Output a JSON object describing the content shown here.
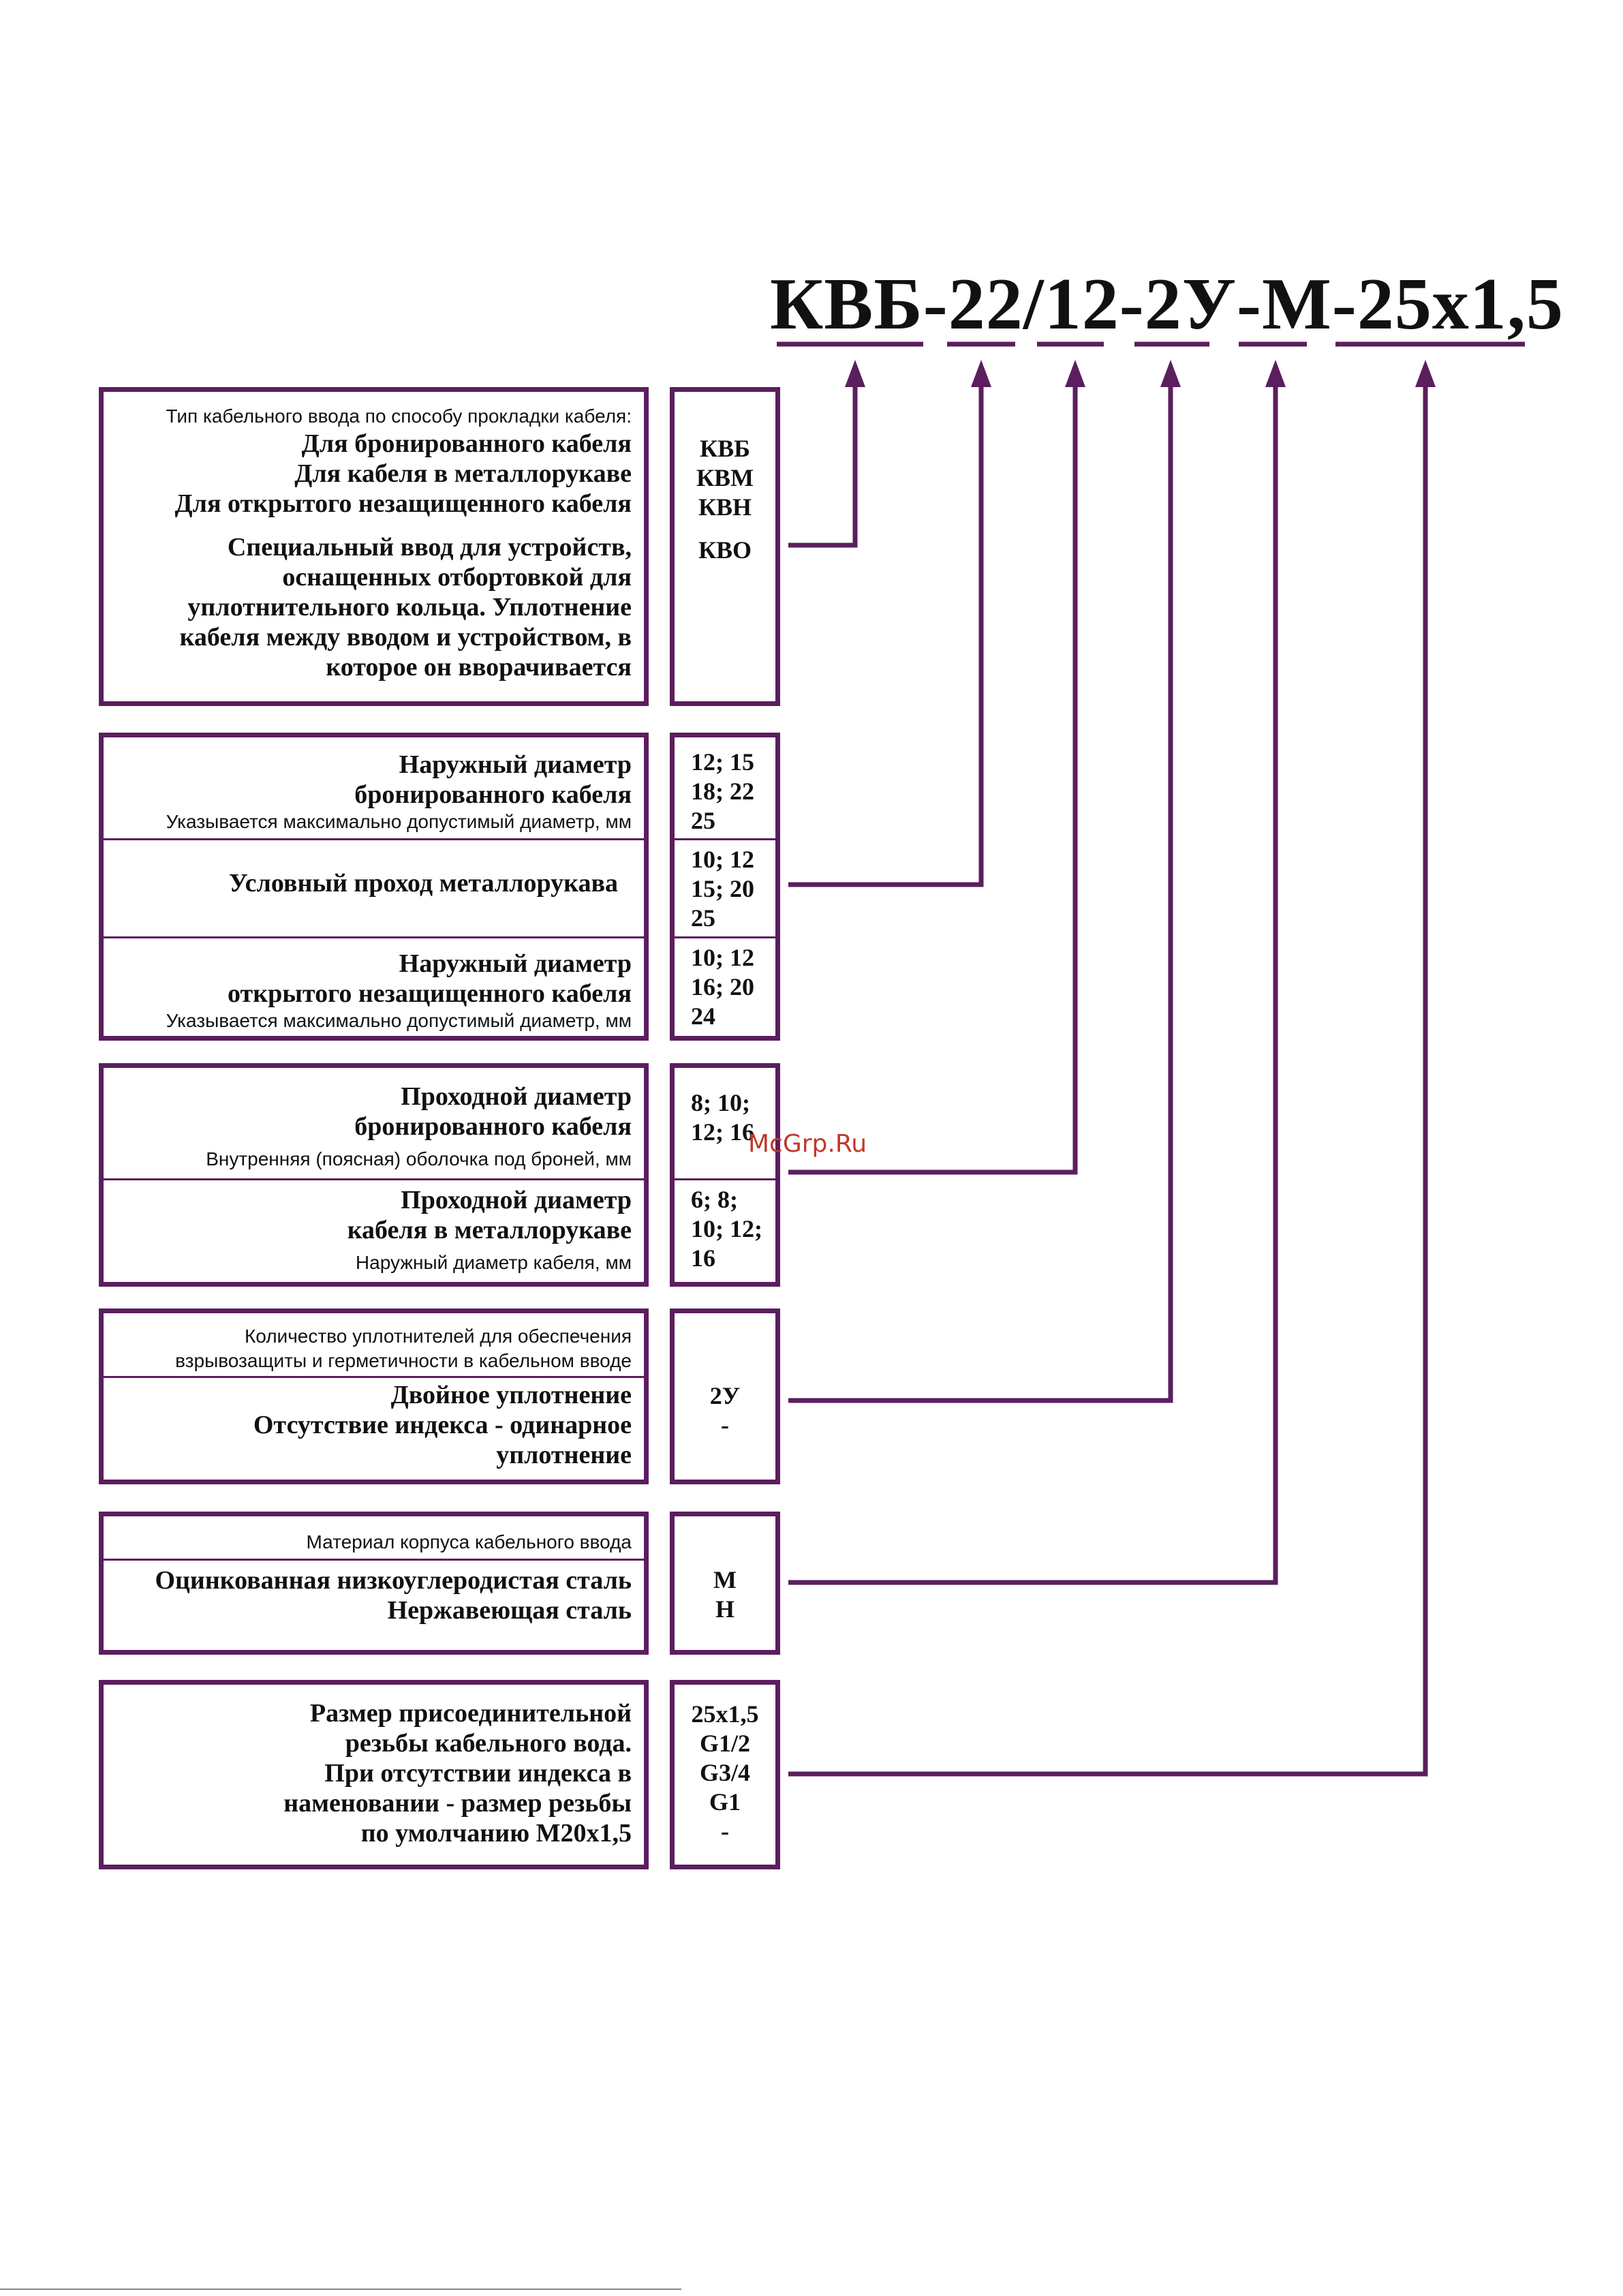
{
  "designation": {
    "parts": [
      "КВБ",
      "-",
      "22",
      "/",
      "12",
      "-",
      "2У",
      "-",
      "М",
      "-",
      "25х1,5"
    ]
  },
  "sections": {
    "type": {
      "header": "Тип кабельного ввода по способу прокладки кабеля:",
      "l1": "Для бронированного кабеля",
      "l2": "Для кабеля в металлорукаве",
      "l3": "Для открытого незащищенного кабеля",
      "special1": "Специальный ввод для устройств,",
      "special2": "оснащенных отбортовкой для",
      "special3": "уплотнительного кольца. Уплотнение",
      "special4": "кабеля между вводом и устройством, в",
      "special5": "которое он вворачивается",
      "v1": "КВБ",
      "v2": "КВМ",
      "v3": "КВН",
      "v4": "КВО"
    },
    "diameter": {
      "a1": "Наружный диаметр",
      "a2": "бронированного кабеля",
      "a_note": "Указывается максимально допустимый диаметр, мм",
      "av1": "12; 15",
      "av2": "18; 22",
      "av3": "25",
      "b1": "Условный проход металлорукава",
      "bv1": "10; 12",
      "bv2": "15; 20",
      "bv3": "25",
      "c1": "Наружный диаметр",
      "c2": "открытого незащищенного кабеля",
      "c_note": "Указывается максимально допустимый диаметр, мм",
      "cv1": "10; 12",
      "cv2": "16; 20",
      "cv3": "24"
    },
    "pass": {
      "a1": "Проходной диаметр",
      "a2": "бронированного кабеля",
      "a_note": "Внутренняя (поясная) оболочка под броней, мм",
      "av1": "8; 10;",
      "av2": "12; 16",
      "b1": "Проходной диаметр",
      "b2": "кабеля в металлорукаве",
      "b_note": "Наружный диаметр кабеля, мм",
      "bv1": "6; 8;",
      "bv2": "10; 12;",
      "bv3": "16"
    },
    "seal": {
      "h1": "Количество уплотнителей для обеспечения",
      "h2": "взрывозащиты и  герметичности в кабельном вводе",
      "l1": "Двойное уплотнение",
      "l2": "Отсутствие индекса - одинарное",
      "l3": "уплотнение",
      "v1": "2У",
      "v2": "-"
    },
    "material": {
      "header": "Материал корпуса кабельного ввода",
      "l1": "Оцинкованная низкоуглеродистая сталь",
      "l2": "Нержавеющая сталь",
      "v1": "М",
      "v2": "Н"
    },
    "thread": {
      "l1": "Размер присоединительной",
      "l2": "резьбы кабельного вода.",
      "l3": "При отсутствии индекса в",
      "l4": "наменовании - размер резьбы",
      "l5": "по умолчанию М20х1,5",
      "v1": "25х1,5",
      "v2": "G1/2",
      "v3": "G3/4",
      "v4": "G1",
      "v5": "-"
    }
  },
  "watermark": "McGrp.Ru",
  "colors": {
    "accent": "#5b1e5e",
    "watermark": "#c0392b"
  }
}
